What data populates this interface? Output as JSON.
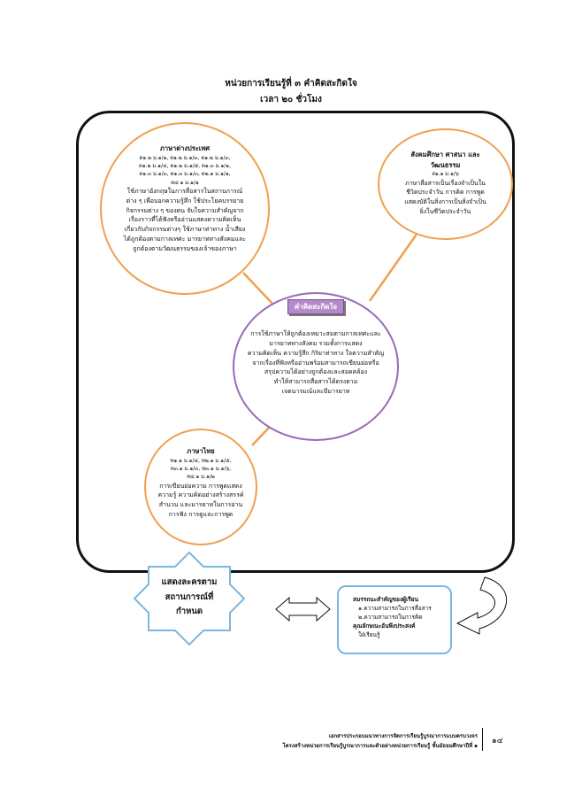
{
  "header": {
    "unit_title": "หน่วยการเรียนรู้ที่ ๓ คำคิดสะกิดใจ",
    "duration": "เวลา ๒๐ ชั่วโมง"
  },
  "foreign_language": {
    "title": "ภาษาต่างประเทศ",
    "codes": [
      "ต๑.๒ ม.๑/๑, ต๑.๒ ม.๑/๓, ต๑.๒ ม.๑/๓,",
      "ต๑.๒ ม.๑/๔, ต๑.๒ ม.๑/๕, ต๑.๓ ม.๑/๑,",
      "ต๑.๓ ม.๑/๓, ต๑.๓ ม.๑/๓, ต๒.๑ ม.๑/๑,",
      "ต๔.๑ ม.๑/๑"
    ],
    "body": [
      "ใช้ภาษาอังกฤษในการสื่อสารในสถานการณ์",
      "ต่าง ๆ เพื่อบอกความรู้สึก ใช้ประโยคบรรยาย",
      "กิจกรรมต่าง ๆ ของตน จับใจความสำคัญจาก",
      "เรื่องราวที่ได้ฟังหรืออ่านแสดงความคิดเห็น",
      "เกี่ยวกับกิจกรรมต่างๆ ใช้ภาษาท่าทาง น้ำเสียง",
      "ได้ถูกต้องตามกาลเทศะ มารยาททางสังคมและ",
      "ถูกต้องตามวัฒนธรรมของเจ้าของภาษา"
    ]
  },
  "social_studies": {
    "title": [
      "สังคมศึกษา ศาสนา และ",
      "วัฒนธรรม"
    ],
    "code": "ส๑.๑ ม.๑/๖",
    "body": [
      "ภาษาสื่อสารเป็นเรื่องจำเป็นใน",
      "ชีวิตประจำวัน การคิด การพูด",
      "แสดงบัติในสิ่งการเป็นสิ่งจำเป็น",
      "ยิ่งในชีวิตประจำวัน"
    ]
  },
  "core": {
    "label": "คำคิดสะกิดใจ",
    "body": [
      "การใช้ภาษาให้ถูกต้องเหมาะสมตามกาลเทศะและ",
      "มารยาททางสังคม รวมทั้งการแสดง",
      "ความคิดเห็น ความรู้สึก กิริยาท่าทาง ใจความสำคัญ",
      "จากเรื่องที่ฟังหรืออ่านพร้อมสามารถเขียนย่อหรือ",
      "สรุปความได้อย่างถูกต้องและสอดคล้อง",
      "ทำให้สามารถสื่อสารได้ตรงตาม",
      "เจตนารมณ์และมีมารยาท"
    ]
  },
  "thai": {
    "title": "ภาษาไทย",
    "codes": [
      "ท๑.๑ ม.๑/๔, ท๒.๑ ม.๑/๕,",
      "ท๓.๑ ม.๑/๓, ท๓.๑ ม.๑/๖,",
      "ท๔.๑ ม.๑/๒"
    ],
    "body": [
      "การเขียนย่อความ การพูดแสดง",
      "ความรู้ ความคิดอย่างสร้างสรรค์",
      "สำนวน และมารยาทในการอ่าน",
      "การฟัง การดูและการพูด"
    ]
  },
  "task": {
    "lines": [
      "แสดงละครตาม",
      "สถานการณ์ที่",
      "กำหนด"
    ]
  },
  "competencies": {
    "heading": "สมรรถนะสำคัญของผู้เรียน",
    "items": [
      "๑.ความสามารถในการสื่อสาร",
      "๒.ความสามารถในการคิด"
    ],
    "attr_heading": "คุณลักษณะอันพึงประสงค์",
    "attr_item": "ใฝ่เรียนรู้"
  },
  "footer": {
    "line1": "เอกสารประกอบแนวทางการจัดการเรียนรู้บูรณาการแบบครบวงจร",
    "line2": "โครงสร้างหน่วยการเรียนรู้บูรณาการและตัวอย่างหน่วยการเรียนรู้ ชั้นมัธยมศึกษาปีที่ ๑",
    "page": "๑๔"
  },
  "colors": {
    "orange": "#f0a050",
    "purple": "#9a6bb8",
    "blue": "#7bb7df",
    "tag": "#b48ac9"
  }
}
